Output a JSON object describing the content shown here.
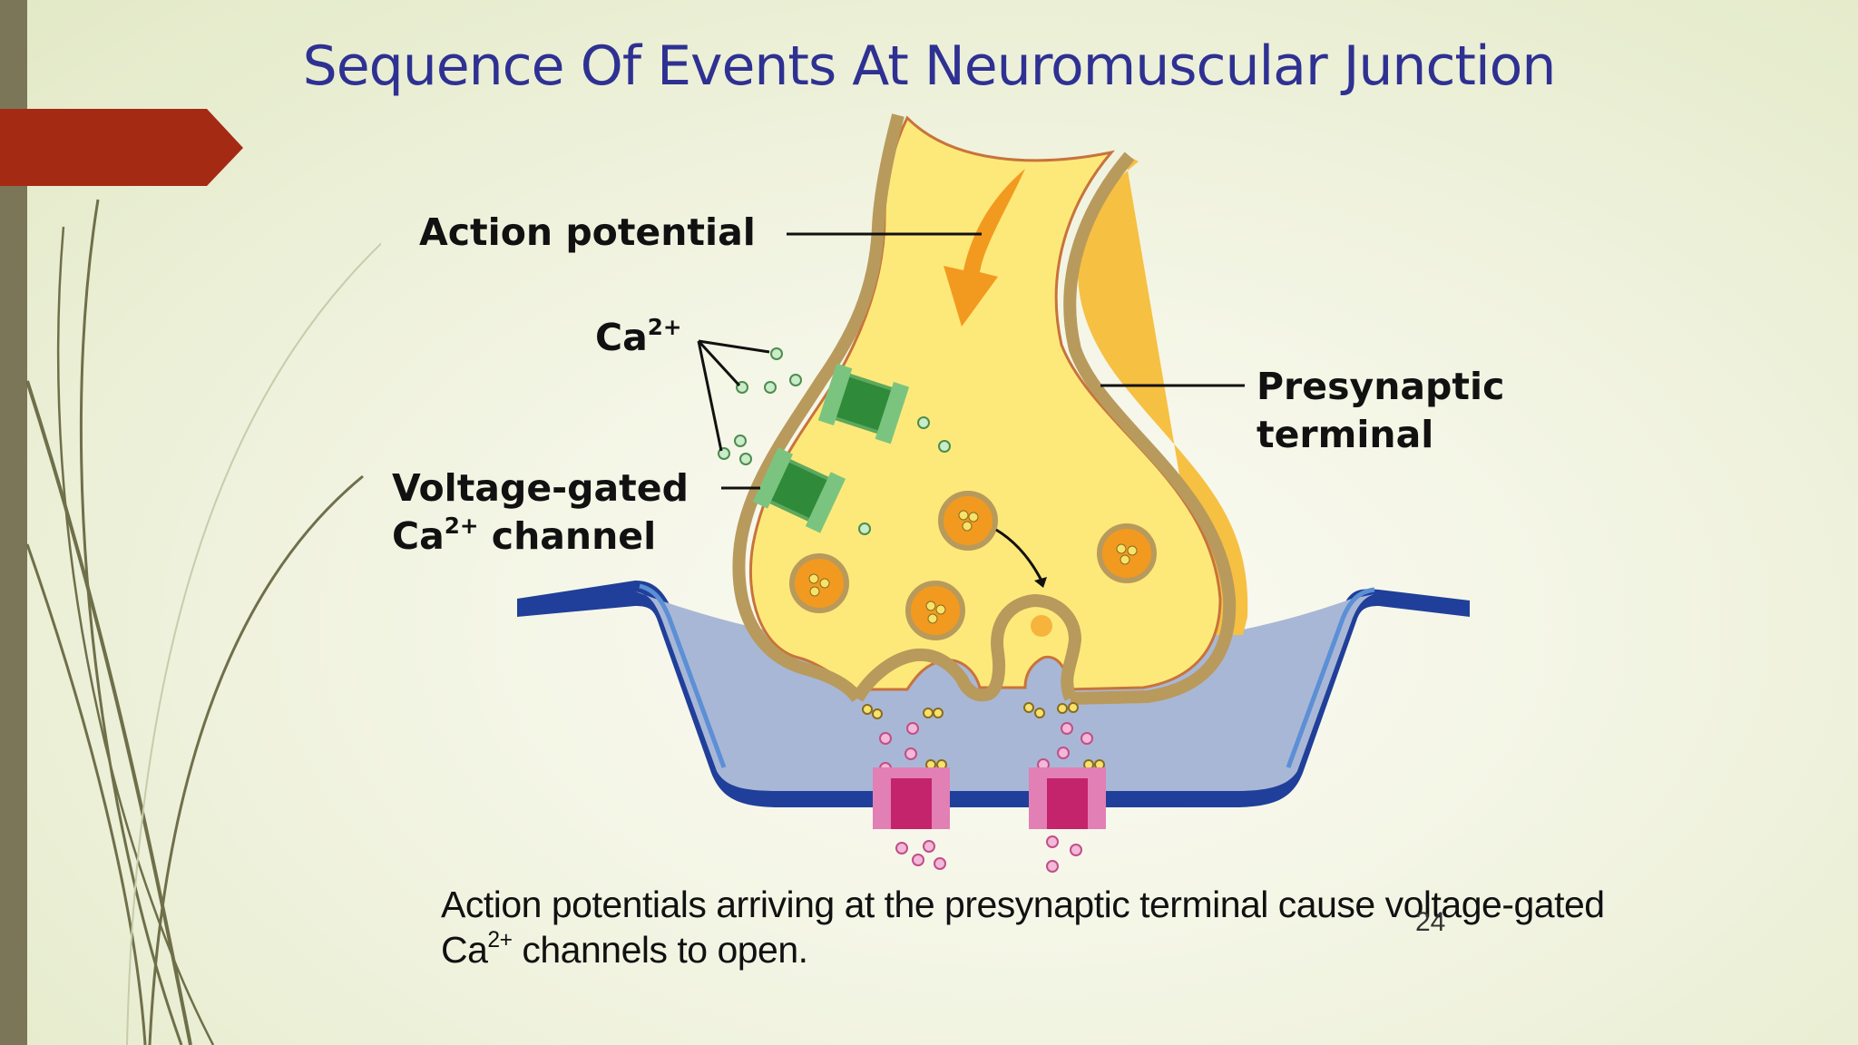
{
  "slide": {
    "title": "Sequence Of Events At Neuromuscular Junction",
    "page_number": "24"
  },
  "diagram": {
    "labels": {
      "action_potential": "Action potential",
      "ca_ion": "Ca",
      "ca_charge": "2+",
      "vg_line1": "Voltage-gated",
      "vg_ca": "Ca",
      "vg_charge": "2+",
      "vg_channel": " channel",
      "presynaptic_line1": "Presynaptic",
      "presynaptic_line2": "terminal"
    }
  },
  "caption": {
    "part1": "Action potentials arriving at the presynaptic terminal cause voltage-gated Ca",
    "superscript": "2+",
    "part2": " channels to open."
  },
  "colors": {
    "title": "#2e3192",
    "accent_arrow": "#a52a14",
    "terminal_fill": "#fde97a",
    "membrane": "#b89a5c",
    "muscle_fill": "#a9b7d6",
    "muscle_border": "#1f3f9a",
    "channel_green": "#2f8a3a",
    "receptor_pink": "#e27fb5"
  }
}
